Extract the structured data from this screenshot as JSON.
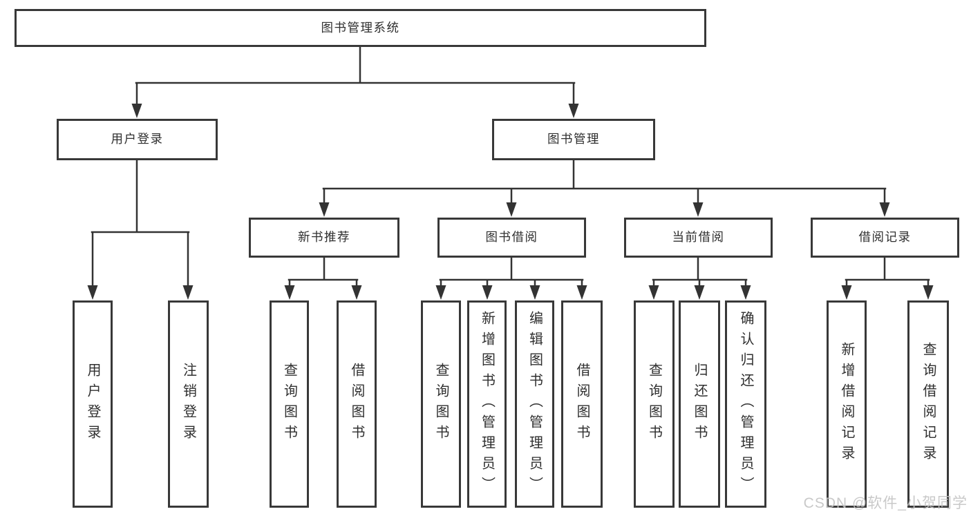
{
  "tree": {
    "root": "图书管理系统",
    "children": [
      {
        "label": "用户登录",
        "children": [
          "用户登录",
          "注销登录"
        ]
      },
      {
        "label": "图书管理",
        "children": [
          {
            "label": "新书推荐",
            "children": [
              "查询图书",
              "借阅图书"
            ]
          },
          {
            "label": "图书借阅",
            "children": [
              "查询图书",
              "新增图书（管理员）",
              "编辑图书（管理员）",
              "借阅图书"
            ]
          },
          {
            "label": "当前借阅",
            "children": [
              "查询图书",
              "归还图书",
              "确认归还（管理员）"
            ]
          },
          {
            "label": "借阅记录",
            "children": [
              "新增借阅记录",
              "查询借阅记录"
            ]
          }
        ]
      }
    ]
  },
  "watermark": {
    "text": "CSDN @软件_小贺同学"
  },
  "colors": {
    "background": "#ffffff",
    "line": "#333333",
    "box_border": "#383838",
    "text": "#2f2f2f",
    "watermark": "#c3c3c3"
  }
}
